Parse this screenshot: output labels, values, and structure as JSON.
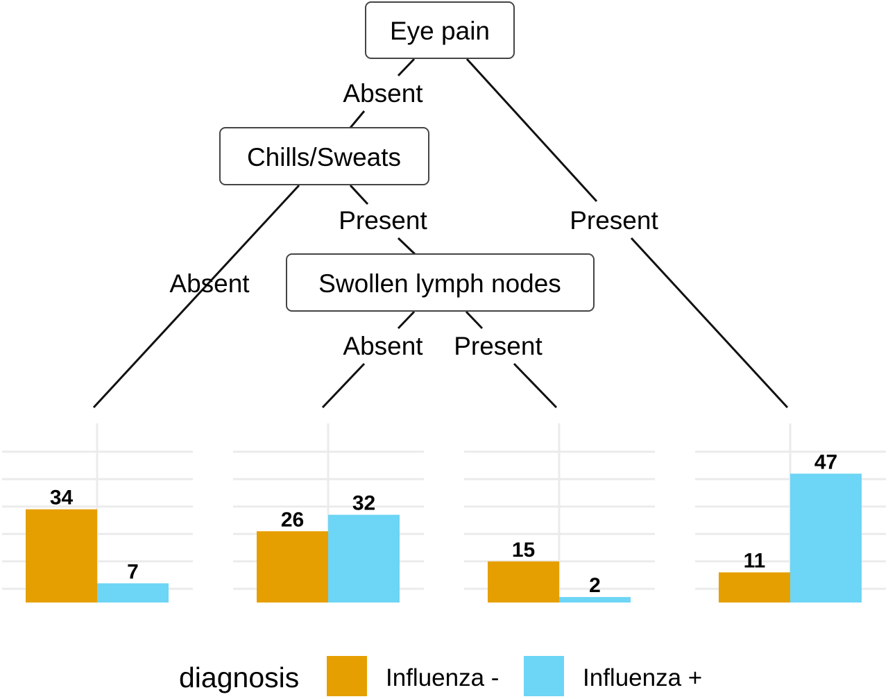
{
  "tree": {
    "root": {
      "label": "Eye pain"
    },
    "node_chills": {
      "label": "Chills/Sweats"
    },
    "node_lymph": {
      "label": "Swollen lymph nodes"
    },
    "edges": {
      "eye_absent": "Absent",
      "eye_present": "Present",
      "chills_absent": "Absent",
      "chills_present": "Present",
      "lymph_absent": "Absent",
      "lymph_present": "Present"
    }
  },
  "chart_data": {
    "type": "bar",
    "ylim": [
      0,
      60
    ],
    "grid": true,
    "legend_position": "bottom",
    "categories": [
      "Influenza -",
      "Influenza +"
    ],
    "colors": {
      "Influenza -": "#E69F00",
      "Influenza +": "#6DD5F5"
    },
    "panels": [
      {
        "values": [
          34,
          7
        ]
      },
      {
        "values": [
          26,
          32
        ]
      },
      {
        "values": [
          15,
          2
        ]
      },
      {
        "values": [
          11,
          47
        ]
      }
    ]
  },
  "legend": {
    "title": "diagnosis",
    "items": [
      {
        "label": "Influenza -",
        "color": "#E69F00"
      },
      {
        "label": "Influenza +",
        "color": "#6DD5F5"
      }
    ]
  }
}
